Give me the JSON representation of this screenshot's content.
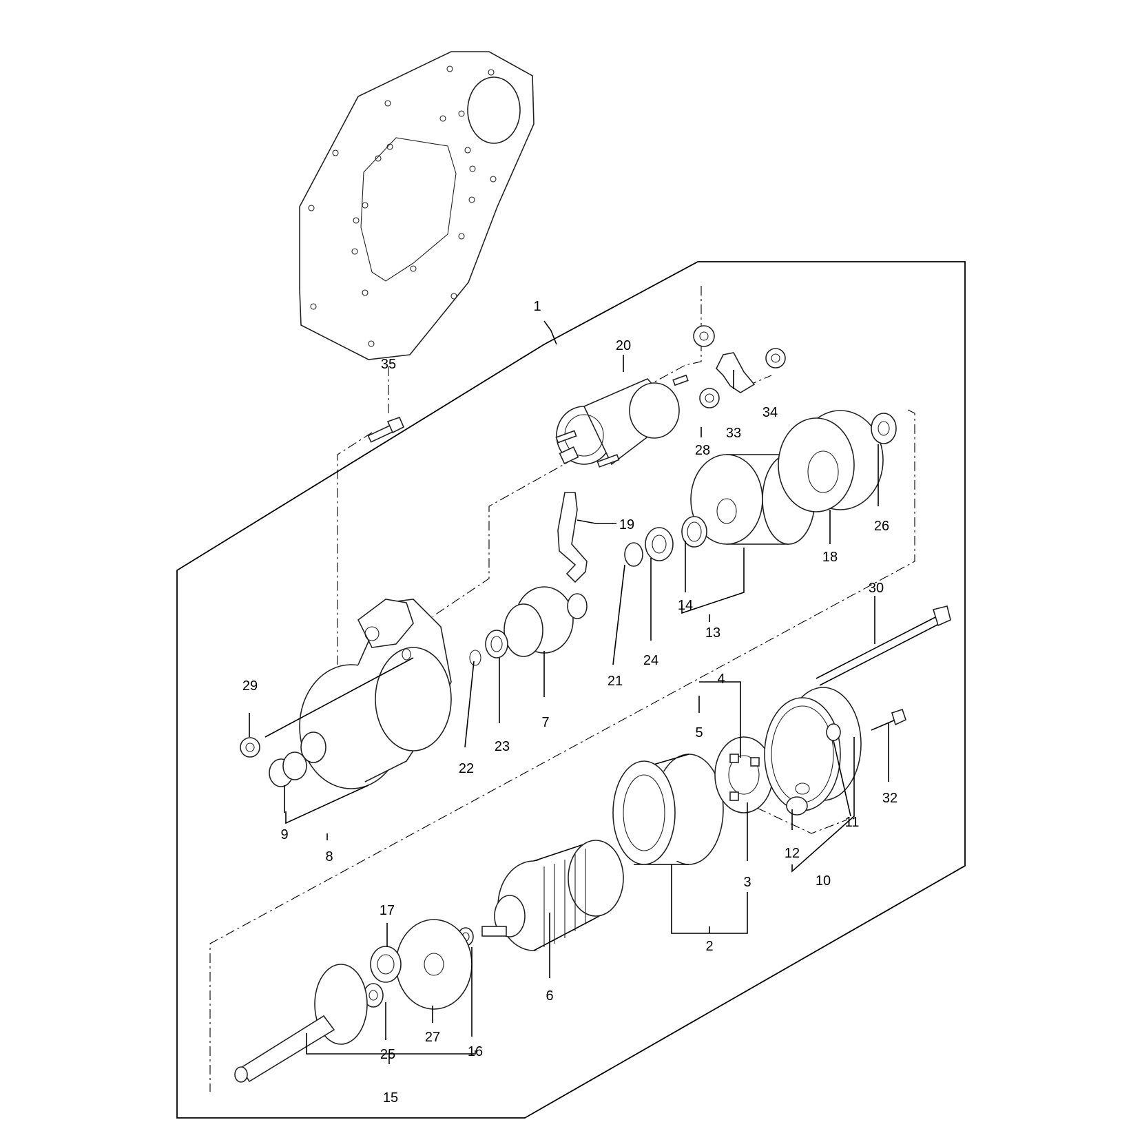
{
  "diagram": {
    "callouts": {
      "c1": "1",
      "c2": "2",
      "c3": "3",
      "c4": "4",
      "c5": "5",
      "c6": "6",
      "c7": "7",
      "c8": "8",
      "c9": "9",
      "c10": "10",
      "c11": "11",
      "c12": "12",
      "c13": "13",
      "c14": "14",
      "c15": "15",
      "c16": "16",
      "c17": "17",
      "c18": "18",
      "c19": "19",
      "c20": "20",
      "c21": "21",
      "c22": "22",
      "c23": "23",
      "c24": "24",
      "c25": "25",
      "c26": "26",
      "c27": "27",
      "c28": "28",
      "c29": "29",
      "c30": "30",
      "c32": "32",
      "c33": "33",
      "c34": "34",
      "c35": "35"
    }
  }
}
